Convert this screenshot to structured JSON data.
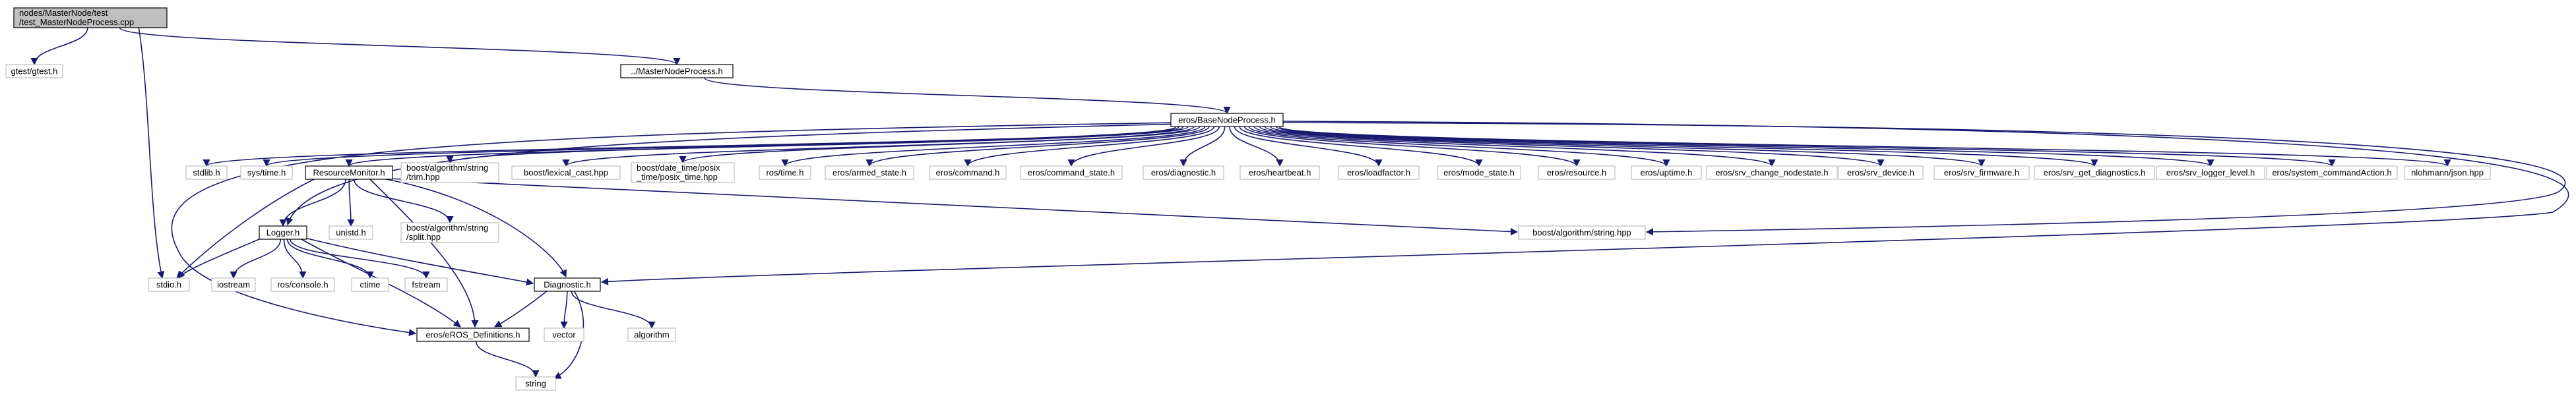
{
  "colors": {
    "edge": "#191970",
    "box_linked": "#000000",
    "box_external": "#bfbfbf",
    "root_fill": "#bfbfbf",
    "fill": "#ffffff"
  },
  "nodes": [
    {
      "id": "root",
      "lines": [
        "nodes/MasterNode/test",
        "/test_MasterNodeProcess.cpp"
      ],
      "kind": "root"
    },
    {
      "id": "gtest",
      "lines": [
        "gtest/gtest.h"
      ],
      "kind": "external"
    },
    {
      "id": "masternodeprocess",
      "lines": [
        "../MasterNodeProcess.h"
      ],
      "kind": "linked"
    },
    {
      "id": "basenodeprocess",
      "lines": [
        "eros/BaseNodeProcess.h"
      ],
      "kind": "linked"
    },
    {
      "id": "stdlib",
      "lines": [
        "stdlib.h"
      ],
      "kind": "external"
    },
    {
      "id": "systime",
      "lines": [
        "sys/time.h"
      ],
      "kind": "external"
    },
    {
      "id": "resourcemonitor",
      "lines": [
        "ResourceMonitor.h"
      ],
      "kind": "linked"
    },
    {
      "id": "boost_trim",
      "lines": [
        "boost/algorithm/string",
        "/trim.hpp"
      ],
      "kind": "external"
    },
    {
      "id": "boost_lexical",
      "lines": [
        "boost/lexical_cast.hpp"
      ],
      "kind": "external"
    },
    {
      "id": "boost_posix",
      "lines": [
        "boost/date_time/posix",
        "_time/posix_time.hpp"
      ],
      "kind": "external"
    },
    {
      "id": "rostime",
      "lines": [
        "ros/time.h"
      ],
      "kind": "external"
    },
    {
      "id": "armed_state",
      "lines": [
        "eros/armed_state.h"
      ],
      "kind": "external"
    },
    {
      "id": "command",
      "lines": [
        "eros/command.h"
      ],
      "kind": "external"
    },
    {
      "id": "command_state",
      "lines": [
        "eros/command_state.h"
      ],
      "kind": "external"
    },
    {
      "id": "diagnostic_msg",
      "lines": [
        "eros/diagnostic.h"
      ],
      "kind": "external"
    },
    {
      "id": "heartbeat",
      "lines": [
        "eros/heartbeat.h"
      ],
      "kind": "external"
    },
    {
      "id": "loadfactor",
      "lines": [
        "eros/loadfactor.h"
      ],
      "kind": "external"
    },
    {
      "id": "mode_state",
      "lines": [
        "eros/mode_state.h"
      ],
      "kind": "external"
    },
    {
      "id": "resource",
      "lines": [
        "eros/resource.h"
      ],
      "kind": "external"
    },
    {
      "id": "uptime",
      "lines": [
        "eros/uptime.h"
      ],
      "kind": "external"
    },
    {
      "id": "srv_change_nodestate",
      "lines": [
        "eros/srv_change_nodestate.h"
      ],
      "kind": "external"
    },
    {
      "id": "srv_device",
      "lines": [
        "eros/srv_device.h"
      ],
      "kind": "external"
    },
    {
      "id": "srv_firmware",
      "lines": [
        "eros/srv_firmware.h"
      ],
      "kind": "external"
    },
    {
      "id": "srv_get_diagnostics",
      "lines": [
        "eros/srv_get_diagnostics.h"
      ],
      "kind": "external"
    },
    {
      "id": "srv_logger_level",
      "lines": [
        "eros/srv_logger_level.h"
      ],
      "kind": "external"
    },
    {
      "id": "system_commandaction",
      "lines": [
        "eros/system_commandAction.h"
      ],
      "kind": "external"
    },
    {
      "id": "nlohmann",
      "lines": [
        "nlohmann/json.hpp"
      ],
      "kind": "external"
    },
    {
      "id": "logger",
      "lines": [
        "Logger.h"
      ],
      "kind": "linked"
    },
    {
      "id": "unistd",
      "lines": [
        "unistd.h"
      ],
      "kind": "external"
    },
    {
      "id": "boost_split",
      "lines": [
        "boost/algorithm/string",
        "/split.hpp"
      ],
      "kind": "external"
    },
    {
      "id": "boost_string",
      "lines": [
        "boost/algorithm/string.hpp"
      ],
      "kind": "external"
    },
    {
      "id": "stdio",
      "lines": [
        "stdio.h"
      ],
      "kind": "external"
    },
    {
      "id": "iostream",
      "lines": [
        "iostream"
      ],
      "kind": "external"
    },
    {
      "id": "rosconsole",
      "lines": [
        "ros/console.h"
      ],
      "kind": "external"
    },
    {
      "id": "ctime",
      "lines": [
        "ctime"
      ],
      "kind": "external"
    },
    {
      "id": "fstream",
      "lines": [
        "fstream"
      ],
      "kind": "external"
    },
    {
      "id": "diagnostic_h",
      "lines": [
        "Diagnostic.h"
      ],
      "kind": "linked"
    },
    {
      "id": "vector",
      "lines": [
        "vector"
      ],
      "kind": "external"
    },
    {
      "id": "algorithm",
      "lines": [
        "algorithm"
      ],
      "kind": "external"
    },
    {
      "id": "eros_defs",
      "lines": [
        "eros/eROS_Definitions.h"
      ],
      "kind": "linked"
    },
    {
      "id": "string",
      "lines": [
        "string"
      ],
      "kind": "external"
    }
  ],
  "edges": [
    [
      "root",
      "gtest"
    ],
    [
      "root",
      "masternodeprocess"
    ],
    [
      "root",
      "stdio"
    ],
    [
      "masternodeprocess",
      "basenodeprocess"
    ],
    [
      "basenodeprocess",
      "stdlib"
    ],
    [
      "basenodeprocess",
      "systime"
    ],
    [
      "basenodeprocess",
      "resourcemonitor"
    ],
    [
      "basenodeprocess",
      "boost_trim"
    ],
    [
      "basenodeprocess",
      "boost_lexical"
    ],
    [
      "basenodeprocess",
      "boost_posix"
    ],
    [
      "basenodeprocess",
      "rostime"
    ],
    [
      "basenodeprocess",
      "armed_state"
    ],
    [
      "basenodeprocess",
      "command"
    ],
    [
      "basenodeprocess",
      "command_state"
    ],
    [
      "basenodeprocess",
      "diagnostic_msg"
    ],
    [
      "basenodeprocess",
      "heartbeat"
    ],
    [
      "basenodeprocess",
      "loadfactor"
    ],
    [
      "basenodeprocess",
      "mode_state"
    ],
    [
      "basenodeprocess",
      "resource"
    ],
    [
      "basenodeprocess",
      "uptime"
    ],
    [
      "basenodeprocess",
      "srv_change_nodestate"
    ],
    [
      "basenodeprocess",
      "srv_device"
    ],
    [
      "basenodeprocess",
      "srv_firmware"
    ],
    [
      "basenodeprocess",
      "srv_get_diagnostics"
    ],
    [
      "basenodeprocess",
      "srv_logger_level"
    ],
    [
      "basenodeprocess",
      "system_commandaction"
    ],
    [
      "basenodeprocess",
      "nlohmann"
    ],
    [
      "basenodeprocess",
      "logger"
    ],
    [
      "basenodeprocess",
      "eros_defs"
    ],
    [
      "basenodeprocess",
      "boost_string"
    ],
    [
      "basenodeprocess",
      "diagnostic_h"
    ],
    [
      "resourcemonitor",
      "logger"
    ],
    [
      "resourcemonitor",
      "unistd"
    ],
    [
      "resourcemonitor",
      "boost_split"
    ],
    [
      "resourcemonitor",
      "boost_string"
    ],
    [
      "resourcemonitor",
      "stdio"
    ],
    [
      "resourcemonitor",
      "diagnostic_h"
    ],
    [
      "resourcemonitor",
      "eros_defs"
    ],
    [
      "logger",
      "stdio"
    ],
    [
      "logger",
      "iostream"
    ],
    [
      "logger",
      "rosconsole"
    ],
    [
      "logger",
      "ctime"
    ],
    [
      "logger",
      "fstream"
    ],
    [
      "logger",
      "diagnostic_h"
    ],
    [
      "logger",
      "eros_defs"
    ],
    [
      "diagnostic_h",
      "eros_defs"
    ],
    [
      "diagnostic_h",
      "vector"
    ],
    [
      "diagnostic_h",
      "algorithm"
    ],
    [
      "diagnostic_h",
      "string"
    ],
    [
      "eros_defs",
      "string"
    ]
  ]
}
